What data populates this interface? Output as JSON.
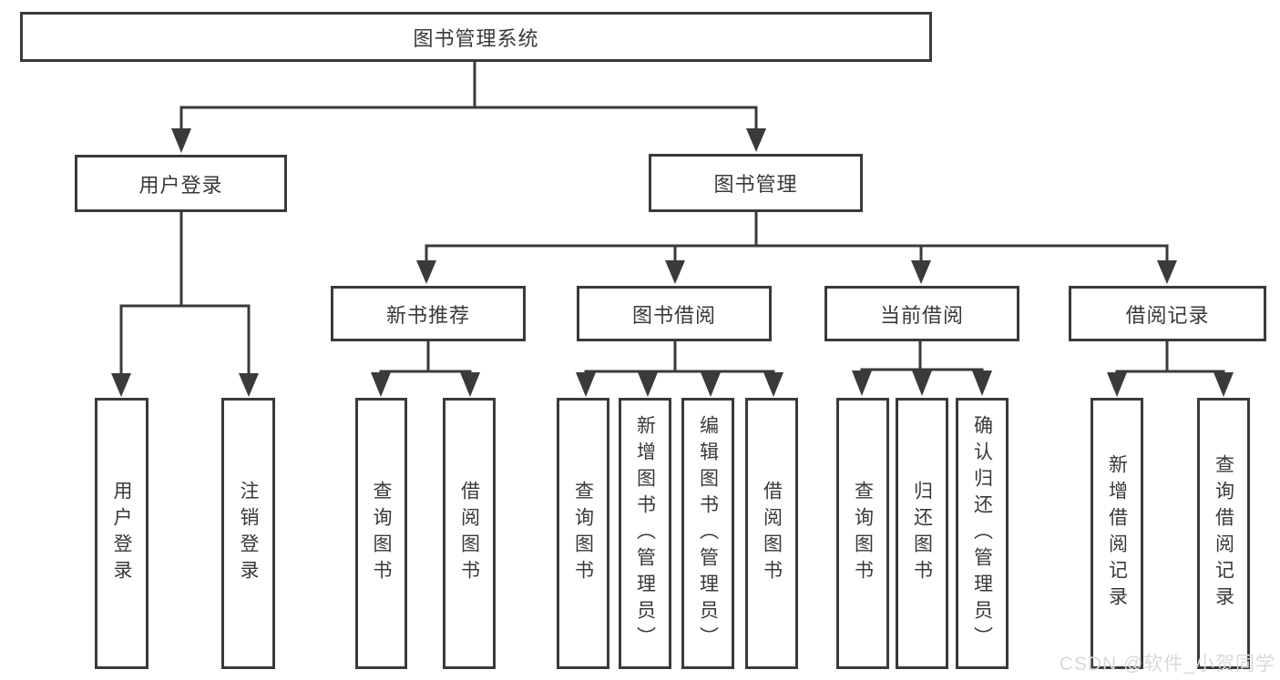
{
  "diagram": {
    "root": "图书管理系统",
    "branches": {
      "user_login": "用户登录",
      "book_management": "图书管理"
    },
    "modules": {
      "new_book_recommendation": "新书推荐",
      "book_borrowing": "图书借阅",
      "current_borrowing": "当前借阅",
      "borrowing_records": "借阅记录"
    },
    "leaves": {
      "user_login": "用户登录",
      "logout": "注销登录",
      "query_books_1": "查询图书",
      "borrow_books_1": "借阅图书",
      "query_books_2": "查询图书",
      "add_book_admin": "新增图书（管理员）",
      "edit_book_admin": "编辑图书（管理员）",
      "borrow_books_2": "借阅图书",
      "query_books_3": "查询图书",
      "return_book": "归还图书",
      "confirm_return_admin": "确认归还（管理员）",
      "add_borrow_record": "新增借阅记录",
      "query_borrow_record": "查询借阅记录"
    }
  },
  "watermark": "CSDN @软件_小贺同学",
  "colors": {
    "line": "#3a3a3a",
    "text": "#39393b",
    "background": "#ffffff",
    "watermark": "#d9d9d9"
  }
}
